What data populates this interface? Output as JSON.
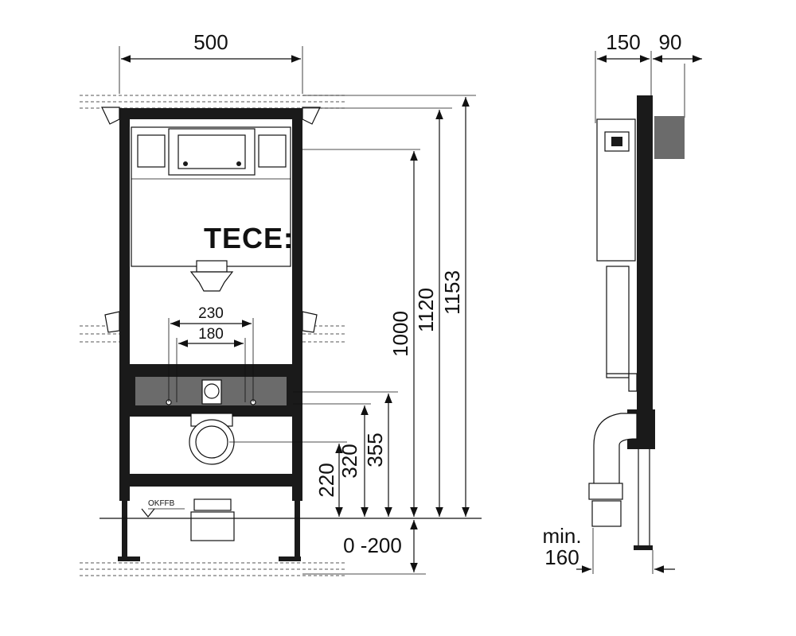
{
  "brand": {
    "logo_text": "TECE:"
  },
  "floor_label": "OKFFB",
  "front_view": {
    "width_dim": "500",
    "spacing_outer": "230",
    "spacing_inner": "180",
    "height_outlet": "220",
    "height_anchor": "320",
    "height_bar": "355",
    "height_cistern": "1000",
    "height_frame": "1120",
    "height_total": "1153",
    "leg_range": "0 -200"
  },
  "side_view": {
    "depth_cistern": "150",
    "depth_wall": "90",
    "min_label": "min.",
    "min_value": "160"
  },
  "colors": {
    "line": "#111111",
    "frame": "#1a1a1a",
    "background": "#ffffff"
  }
}
